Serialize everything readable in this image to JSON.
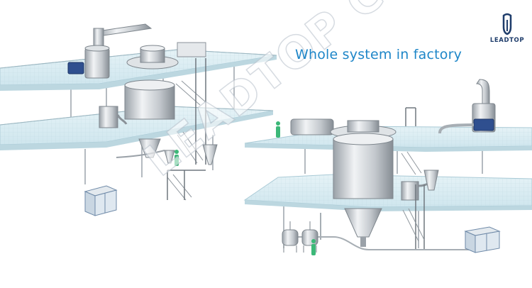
{
  "headline": "Whole system in factory",
  "brand": {
    "name": "LEADTOP",
    "color": "#1f3d6b"
  },
  "watermark": "LEADTOP CHINA",
  "colors": {
    "headline": "#1e86c8",
    "floor": "#d8edf3",
    "steel": "#c9ced3",
    "motor": "#2f4f8f",
    "operator": "#3cb878"
  }
}
